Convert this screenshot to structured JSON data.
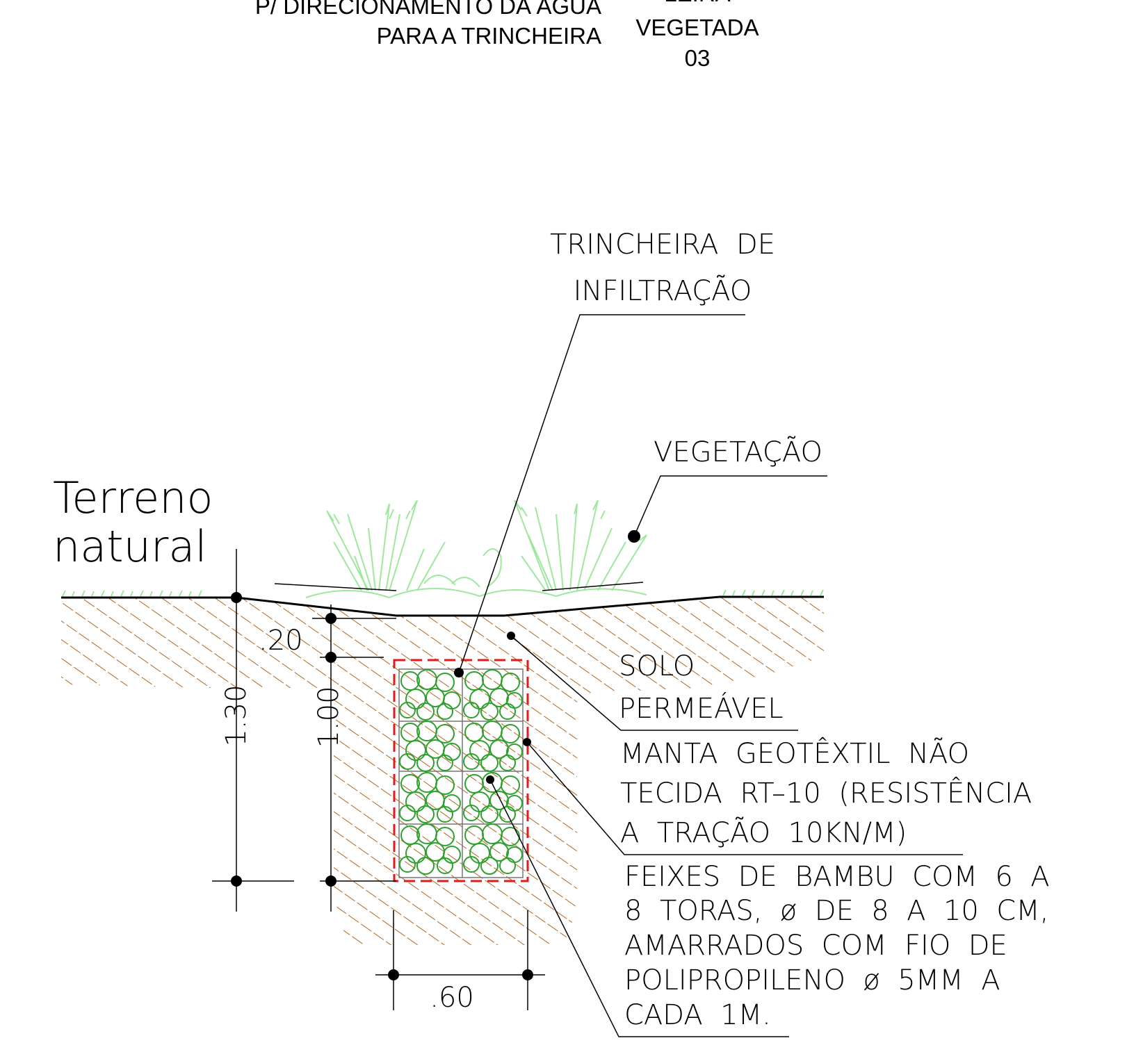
{
  "top_labels": {
    "direction_line1": "P/ DIRECIONAMENTO DA ÁGUA",
    "direction_line2": "PARA A TRINCHEIRA",
    "leira_line1": "LEIRA",
    "leira_line2": "VEGETADA",
    "leira_line3": "03"
  },
  "labels": {
    "trench_line1": "TRINCHEIRA  DE",
    "trench_line2": "INFILTRAÇÃO",
    "vegetation": "VEGETAÇÃO",
    "terrain_line1": "Terreno",
    "terrain_line2": "natural",
    "soil_line1": "SOLO",
    "soil_line2": "PERMEÁVEL",
    "geotextile_line1": "MANTA  GEOTÊXTIL  NÃO",
    "geotextile_line2": "TECIDA  RT–10  (RESISTÊNCIA",
    "geotextile_line3": "A  TRAÇÃO  10KN/M)",
    "bamboo_line1": "FEIXES  DE  BAMBU  COM  6  A",
    "bamboo_line2": "8  TORAS,  ø  DE  8  A  10  CM,",
    "bamboo_line3": "AMARRADOS  COM  FIO  DE",
    "bamboo_line4": "POLIPROPILENO  ø  5MM  A",
    "bamboo_line5": "CADA  1M."
  },
  "dimensions": {
    "depth_top": ".20",
    "depth_total": "1.30",
    "depth_trench": "1.00",
    "width_trench": ".60"
  },
  "colors": {
    "hatch": "#b5651d",
    "geotextile": "#e31a1c",
    "bamboo": "#2ea02e",
    "vegetation": "#9ee89e",
    "line": "#000000"
  }
}
